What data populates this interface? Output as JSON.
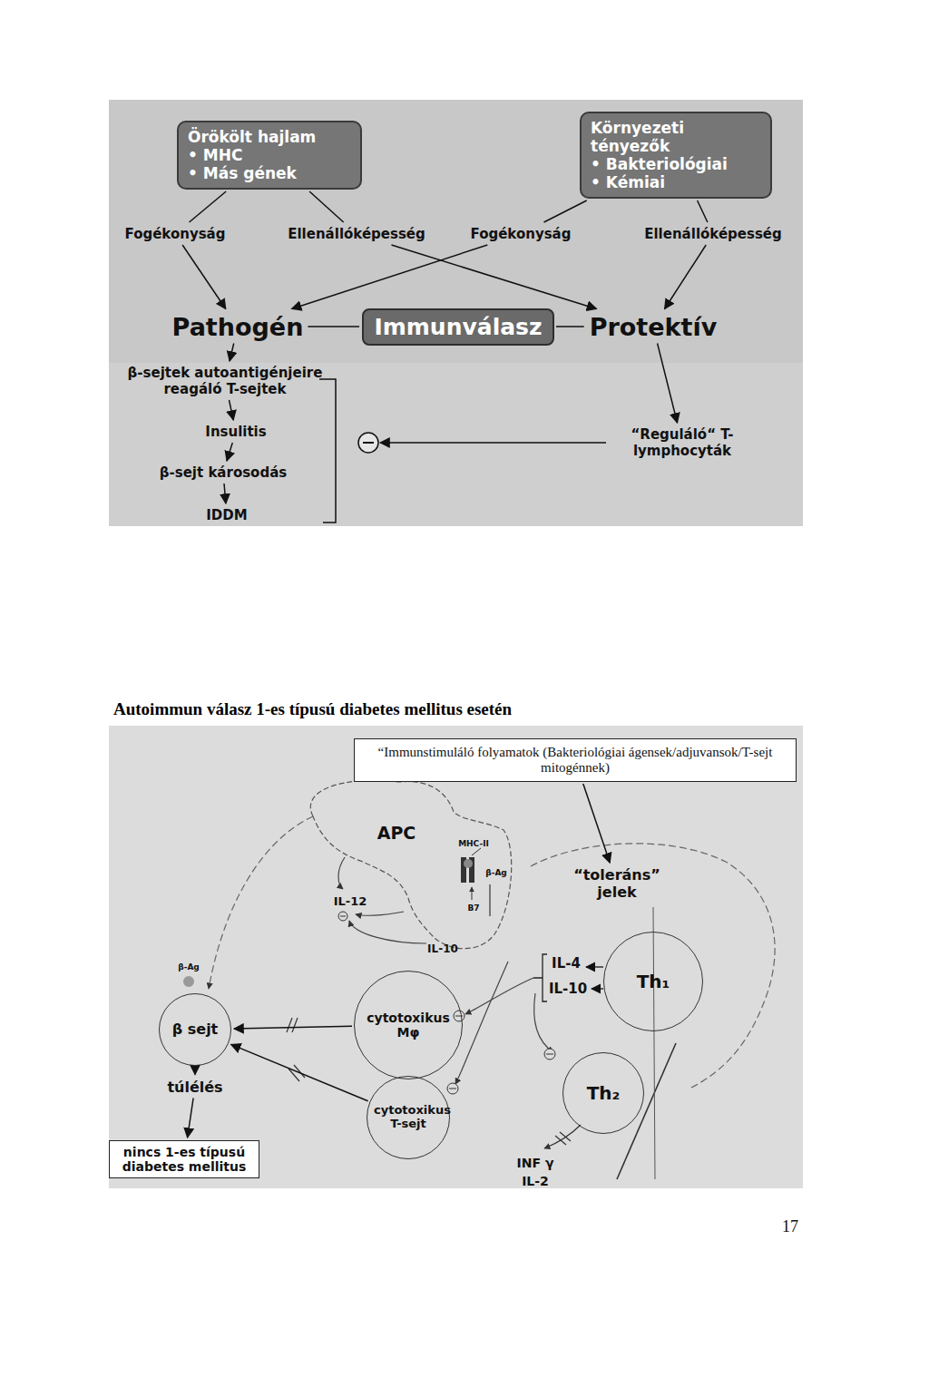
{
  "diagram": {
    "title": "Autoimmun válasz 1-es típusú diabetes mellitus esetén",
    "nodes": [
      {
        "text": [
          "Örökölt hajlam",
          "• MHC",
          "• Más gének"
        ]
      },
      {
        "text": [
          "Környezeti tényezők",
          "• Bakteriológiai",
          "• Kémiai"
        ]
      },
      {
        "text": [
          "Fogékonyság"
        ]
      },
      {
        "text": [
          "Ellenállóképesség"
        ]
      },
      {
        "text": [
          "Fogékonyság"
        ]
      },
      {
        "text": [
          "Ellenállóképesség"
        ]
      },
      {
        "text": [
          "Pathogén"
        ]
      },
      {
        "text": [
          "Immunválasz"
        ]
      },
      {
        "text": [
          "Protektív"
        ]
      },
      {
        "text": [
          "β-sejtek autoantigénjeire reagáló T-sejtek"
        ]
      },
      {
        "text": [
          "Insulitis"
        ]
      },
      {
        "text": [
          "β-sejt károsodás"
        ]
      },
      {
        "text": [
          "IDDM"
        ]
      },
      {
        "text": [
          "“Reguláló“ T-lymphocyták"
        ]
      },
      {
        "text": [
          "“Immunstimuláló folyamatok (Bakteriológiai ágensek/adjuvansok/T-sejt mitogénnek)"
        ]
      },
      {
        "text": [
          "APC"
        ]
      },
      {
        "text": [
          "“toleráns” jelek"
        ]
      },
      {
        "text": [
          "β sejt"
        ]
      },
      {
        "text": [
          "túlélés"
        ]
      },
      {
        "text": [
          "nincs 1-es típusú diabetes mellitus"
        ]
      },
      {
        "text": [
          "cytotoxikus Mφ"
        ]
      },
      {
        "text": [
          "Th₁"
        ]
      },
      {
        "text": [
          "Th₂"
        ]
      },
      {
        "text": [
          "cytotoxikus T-sejt"
        ]
      }
    ],
    "edges": [
      {
        "from": 0,
        "to": 2,
        "arrow": "none"
      },
      {
        "from": 0,
        "to": 3,
        "arrow": "none"
      },
      {
        "from": 1,
        "to": 4,
        "arrow": "none"
      },
      {
        "from": 1,
        "to": 5,
        "arrow": "none"
      },
      {
        "from": 2,
        "to": 6,
        "arrow": "to"
      },
      {
        "from": 3,
        "to": 8,
        "arrow": "to"
      },
      {
        "from": 4,
        "to": 6,
        "arrow": "to"
      },
      {
        "from": 5,
        "to": 8,
        "arrow": "to"
      },
      {
        "from": 6,
        "to": 7,
        "arrow": "none"
      },
      {
        "from": 7,
        "to": 8,
        "arrow": "none"
      },
      {
        "from": 6,
        "to": 9,
        "arrow": "to"
      },
      {
        "from": 9,
        "to": 10,
        "arrow": "to"
      },
      {
        "from": 10,
        "to": 11,
        "arrow": "to"
      },
      {
        "from": 11,
        "to": 12,
        "arrow": "to"
      },
      {
        "from": 8,
        "to": 13,
        "arrow": "to"
      },
      {
        "from": 14,
        "to": 16,
        "arrow": "to"
      },
      {
        "from": 17,
        "to": 18,
        "arrow": "to"
      },
      {
        "from": 18,
        "to": 19,
        "arrow": "to"
      },
      {
        "from": 20,
        "to": 17,
        "arrow": "to"
      },
      {
        "from": 23,
        "to": 17,
        "arrow": "to"
      }
    ],
    "labels": [
      "MHC-II",
      "β-Ag",
      "B7",
      "IL-12",
      "IL-10",
      "β-Ag",
      "IL-4",
      "IL-10",
      "INF γ",
      "IL-2",
      "17"
    ]
  }
}
